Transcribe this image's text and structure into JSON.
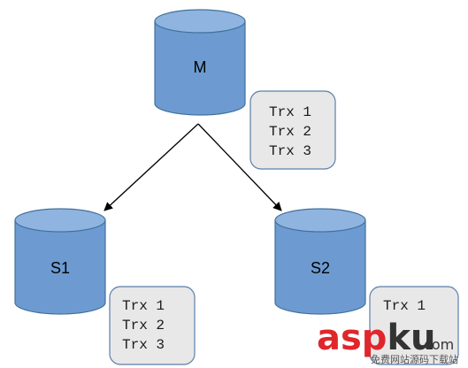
{
  "nodes": {
    "master": {
      "label": "M"
    },
    "slave1": {
      "label": "S1"
    },
    "slave2": {
      "label": "S2"
    }
  },
  "logs": {
    "master": [
      "Trx 1",
      "Trx 2",
      "Trx 3"
    ],
    "slave1": [
      "Trx 1",
      "Trx 2",
      "Trx 3"
    ],
    "slave2": [
      "Trx 1"
    ]
  },
  "watermark": {
    "main_a": "asp",
    "main_b": "ku",
    "suffix": ".com",
    "sub": "免费网站源码下载站"
  },
  "colors": {
    "cylinder_fill": "#6d9bd1",
    "cylinder_top": "#8fb4e0",
    "cylinder_stroke": "#41719c",
    "log_box_fill": "#e8e8e8",
    "log_box_stroke": "#5b7faa",
    "arrow": "#000000",
    "watermark_red": "#e0262b",
    "watermark_dark": "#333333"
  }
}
